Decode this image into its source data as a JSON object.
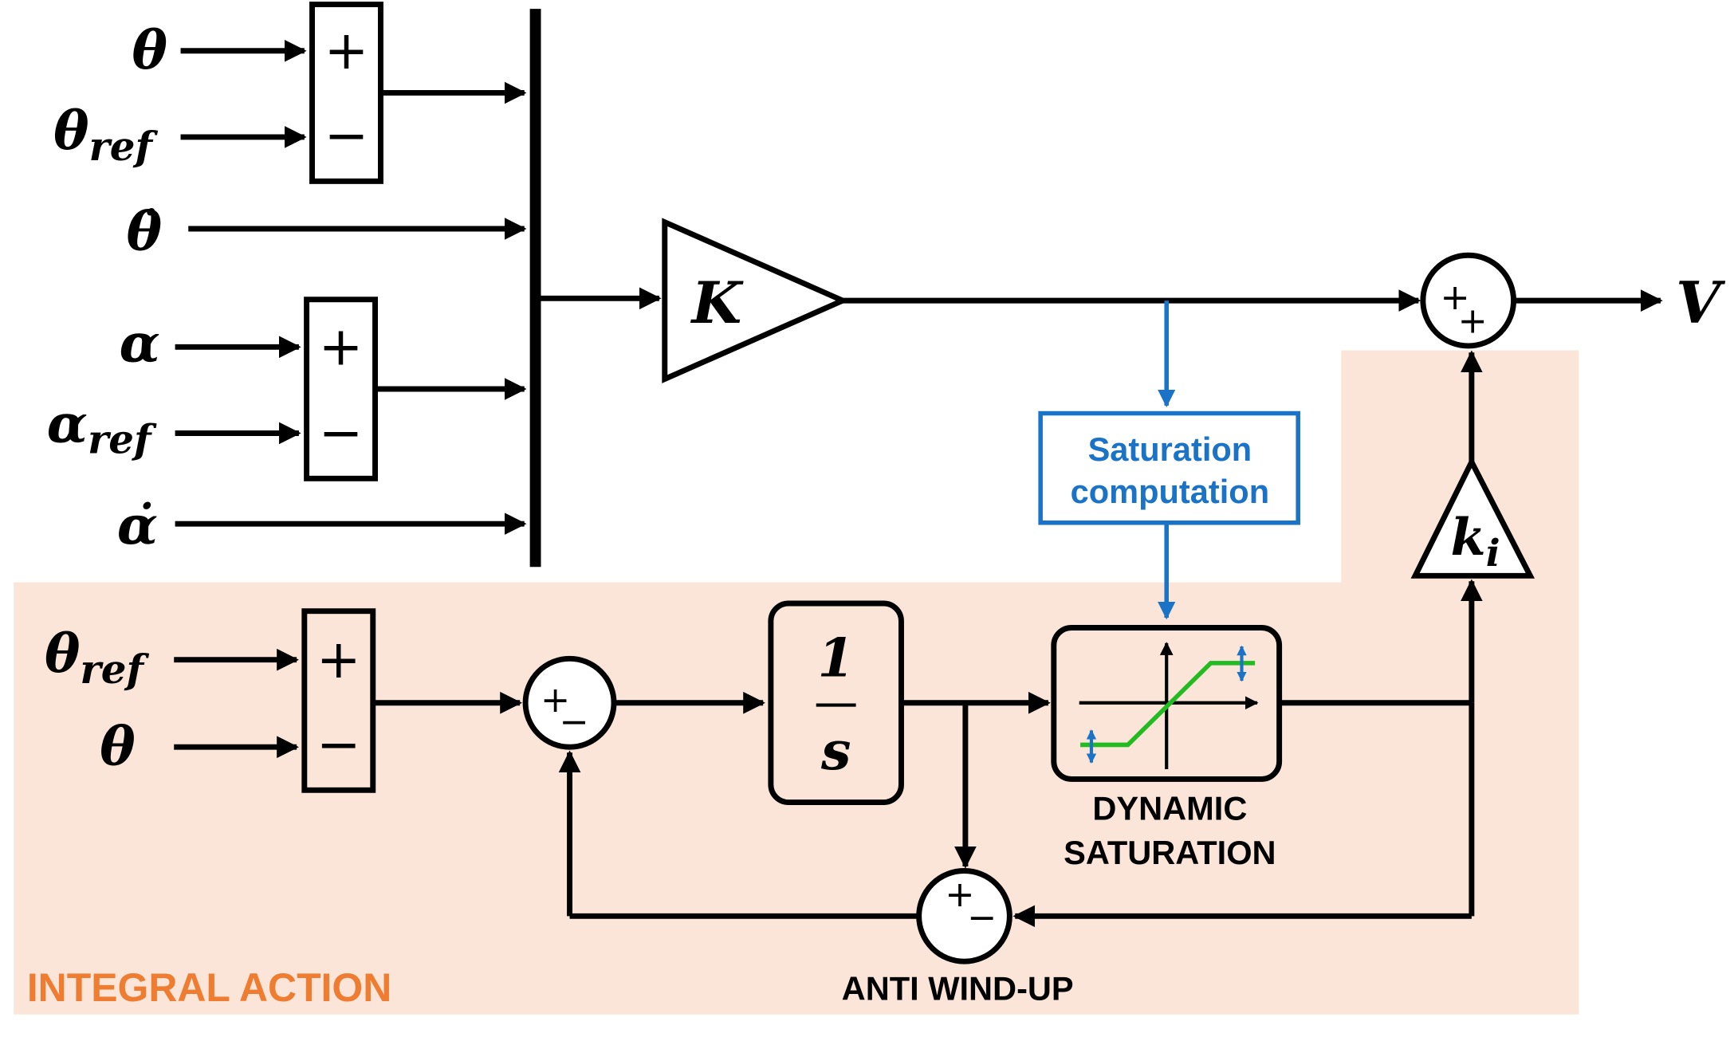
{
  "colors": {
    "line": "#000000",
    "accent_blue": "#1a73c6",
    "saturation_green": "#22bb22",
    "integral_region_fill": "#fbe5d8",
    "integral_label": "#ee7d31"
  },
  "inputs": {
    "theta": "θ",
    "theta_ref_base": "θ",
    "ref_subscript": "ref",
    "theta_dot": "θ̇",
    "alpha": "α",
    "alpha_ref_base": "α",
    "alpha_dot": "α̇",
    "integral_theta_ref_base": "θ",
    "integral_theta": "θ"
  },
  "signs": {
    "plus": "+",
    "minus": "−"
  },
  "blocks": {
    "gain_K": "K",
    "gain_ki_base": "k",
    "gain_ki_sub": "i",
    "integrator_num": "1",
    "integrator_den": "s",
    "saturation_line1": "Saturation",
    "saturation_line2": "computation",
    "dynamic_sat_line1": "DYNAMIC",
    "dynamic_sat_line2": "SATURATION",
    "anti_windup": "ANTI WIND-UP"
  },
  "output": "V",
  "region": {
    "label": "INTEGRAL ACTION"
  }
}
